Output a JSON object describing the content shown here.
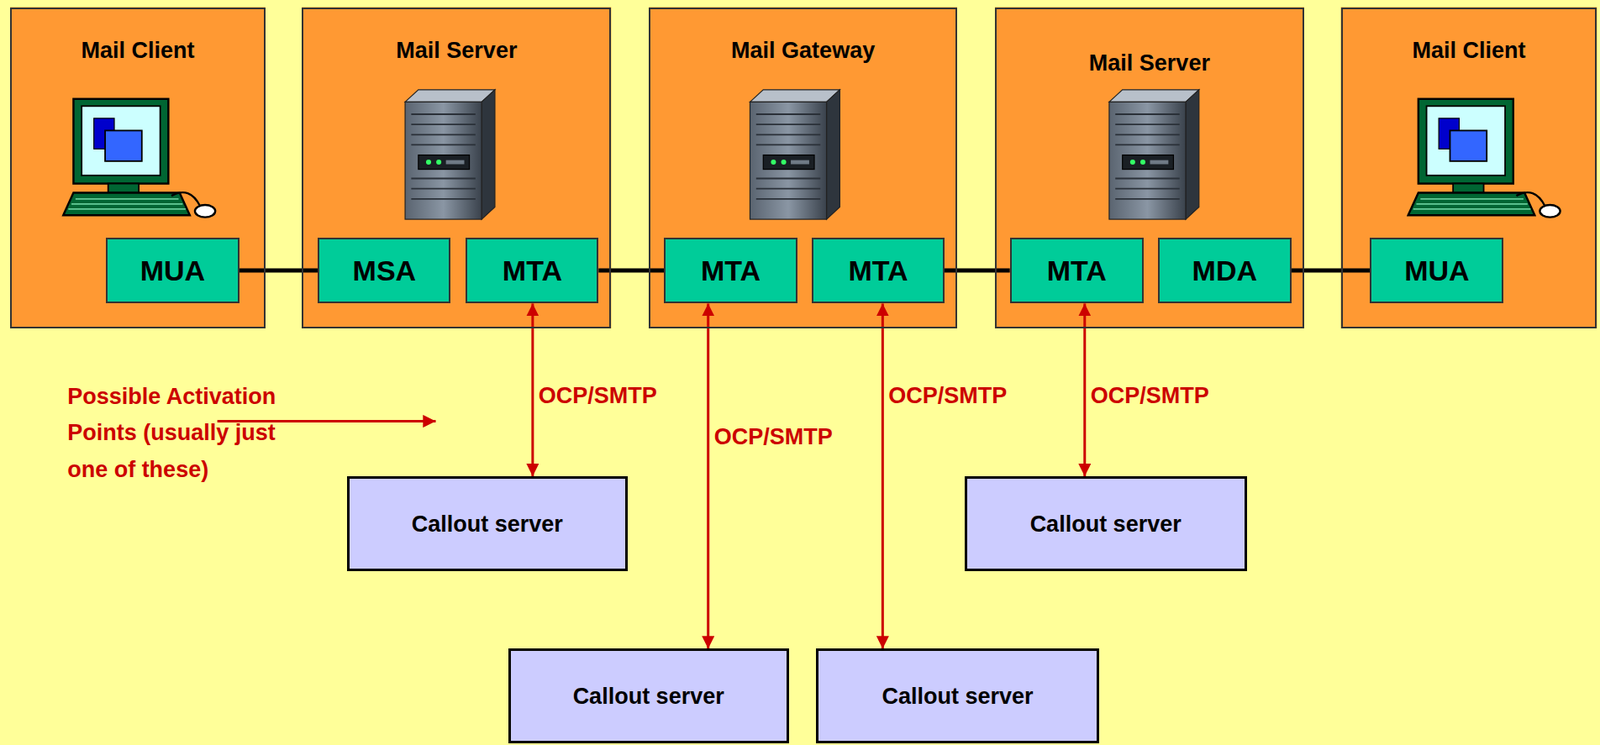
{
  "diagram": {
    "nodes": [
      {
        "text": [
          "Mail Client"
        ]
      },
      {
        "text": [
          "MUA"
        ],
        "in": 0
      },
      {
        "text": [
          "Mail Server"
        ]
      },
      {
        "text": [
          "MSA"
        ],
        "in": 2
      },
      {
        "text": [
          "MTA"
        ],
        "in": 2
      },
      {
        "text": [
          "Mail Gateway"
        ]
      },
      {
        "text": [
          "MTA"
        ],
        "in": 5
      },
      {
        "text": [
          "MTA"
        ],
        "in": 5
      },
      {
        "text": [
          "Mail Server"
        ]
      },
      {
        "text": [
          "MTA"
        ],
        "in": 8
      },
      {
        "text": [
          "MDA"
        ],
        "in": 8
      },
      {
        "text": [
          "Mail Client"
        ]
      },
      {
        "text": [
          "MUA"
        ],
        "in": 11
      },
      {
        "text": [
          "Callout server"
        ]
      },
      {
        "text": [
          "Callout server"
        ]
      },
      {
        "text": [
          "Callout server"
        ]
      },
      {
        "text": [
          "Callout server"
        ]
      }
    ],
    "edges": [
      {
        "from": 1,
        "to": 3,
        "arrow": "none"
      },
      {
        "from": 4,
        "to": 6,
        "arrow": "none"
      },
      {
        "from": 7,
        "to": 9,
        "arrow": "none"
      },
      {
        "from": 10,
        "to": 12,
        "arrow": "none"
      },
      {
        "from": 4,
        "to": 13,
        "label": "OCP/SMTP",
        "arrow": "both"
      },
      {
        "from": 6,
        "to": 15,
        "label": "OCP/SMTP",
        "arrow": "both"
      },
      {
        "from": 7,
        "to": 16,
        "label": "OCP/SMTP",
        "arrow": "both"
      },
      {
        "from": 9,
        "to": 14,
        "label": "OCP/SMTP",
        "arrow": "both"
      }
    ],
    "labels": [
      "Possible Activation Points (usually just one of these)"
    ]
  }
}
